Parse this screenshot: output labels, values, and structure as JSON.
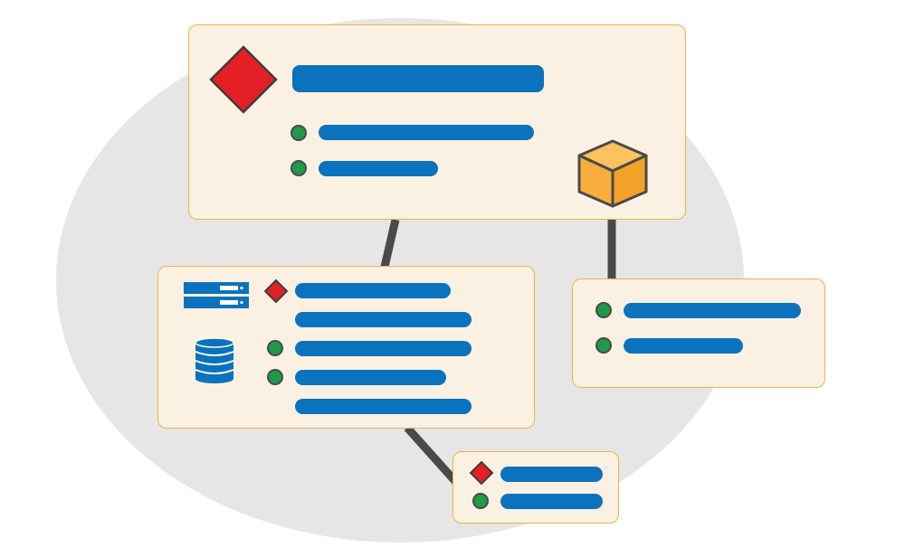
{
  "colors": {
    "card_fill": "#fbf1e3",
    "card_border": "#f0b04a",
    "bar": "#0b72be",
    "dot": "#1e9a48",
    "diamond": "#e41f26",
    "cube": "#f8ae3d",
    "connector": "#4a4a4a",
    "backdrop": "#e6e6e6"
  },
  "icons": {
    "diamond": "red-diamond-icon",
    "cube": "orange-cube-icon",
    "server": "server-rack-icon",
    "database": "database-icon",
    "status": "green-status-dot-icon"
  },
  "cards": {
    "top": {
      "rows": [
        "title-placeholder",
        "dot-row",
        "dot-row"
      ]
    },
    "left": {
      "rows": [
        "diamond-row",
        "plain-row",
        "dot-row",
        "dot-row",
        "plain-row"
      ]
    },
    "right": {
      "rows": [
        "dot-row",
        "dot-row"
      ]
    },
    "bottom": {
      "rows": [
        "diamond-row",
        "dot-row"
      ]
    }
  }
}
